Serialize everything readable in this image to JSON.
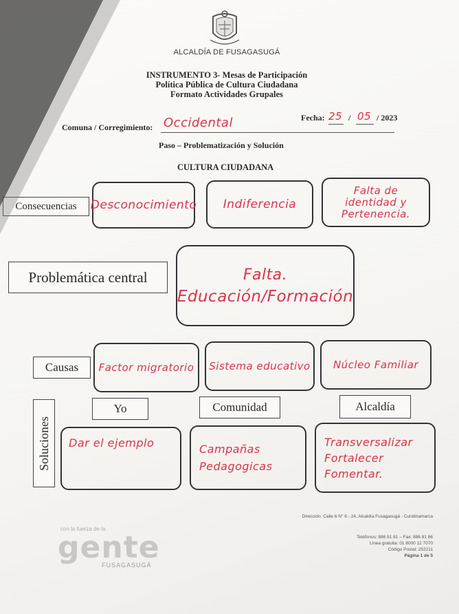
{
  "header": {
    "organization": "ALCALDÍA DE FUSAGASUGÁ",
    "instrument": "INSTRUMENTO 3- Mesas de Participación",
    "policy": "Política Pública de Cultura Ciudadana",
    "format": "Formato Actividades Grupales"
  },
  "form": {
    "fecha_label": "Fecha:",
    "fecha_day": "25",
    "fecha_month": "05",
    "fecha_year": "/ 2023",
    "sep": "/",
    "comuna_label": "Comuna / Corregimiento:",
    "comuna_value": "Occidental",
    "paso": "Paso – Problematización y Solución",
    "section_title": "CULTURA CIUDADANA"
  },
  "consecuencias": {
    "label": "Consecuencias",
    "items": [
      "Desconocimiento",
      "Indiferencia",
      "Falta de identidad y Pertenencia."
    ]
  },
  "problematica": {
    "label": "Problemática central",
    "line1": "Falta.",
    "line2": "Educación/Formación"
  },
  "causas": {
    "label": "Causas",
    "items": [
      "Factor migratorio",
      "Sistema educativo",
      "Núcleo Familiar"
    ]
  },
  "soluciones": {
    "label": "Soluciones",
    "columns": [
      "Yo",
      "Comunidad",
      "Alcaldía"
    ],
    "col1": "Dar el ejemplo",
    "col2_line1": "Campañas",
    "col2_line2": "Pedagogicas",
    "col3_line1": "Transversalizar",
    "col3_line2": "Fortalecer",
    "col3_line3": "Fomentar."
  },
  "footer": {
    "logo_tagline": "con la fuerza de la",
    "logo_word": "gente",
    "logo_city": "FUSAGASUGÁ",
    "address": "Dirección: Calle 6 N° 6 - 24, Alcaldía Fusagasugá - Cundinamarca",
    "phones": "Teléfonos: 886 81 81 – Fax: 886 81 86",
    "free_line": "Línea gratuita: 01 8000 12 7070",
    "postal": "Código Postal: 252211",
    "page": "Página 1 de 5"
  },
  "colors": {
    "ink_red": "#d8344c",
    "print_black": "#2a2a2a"
  }
}
